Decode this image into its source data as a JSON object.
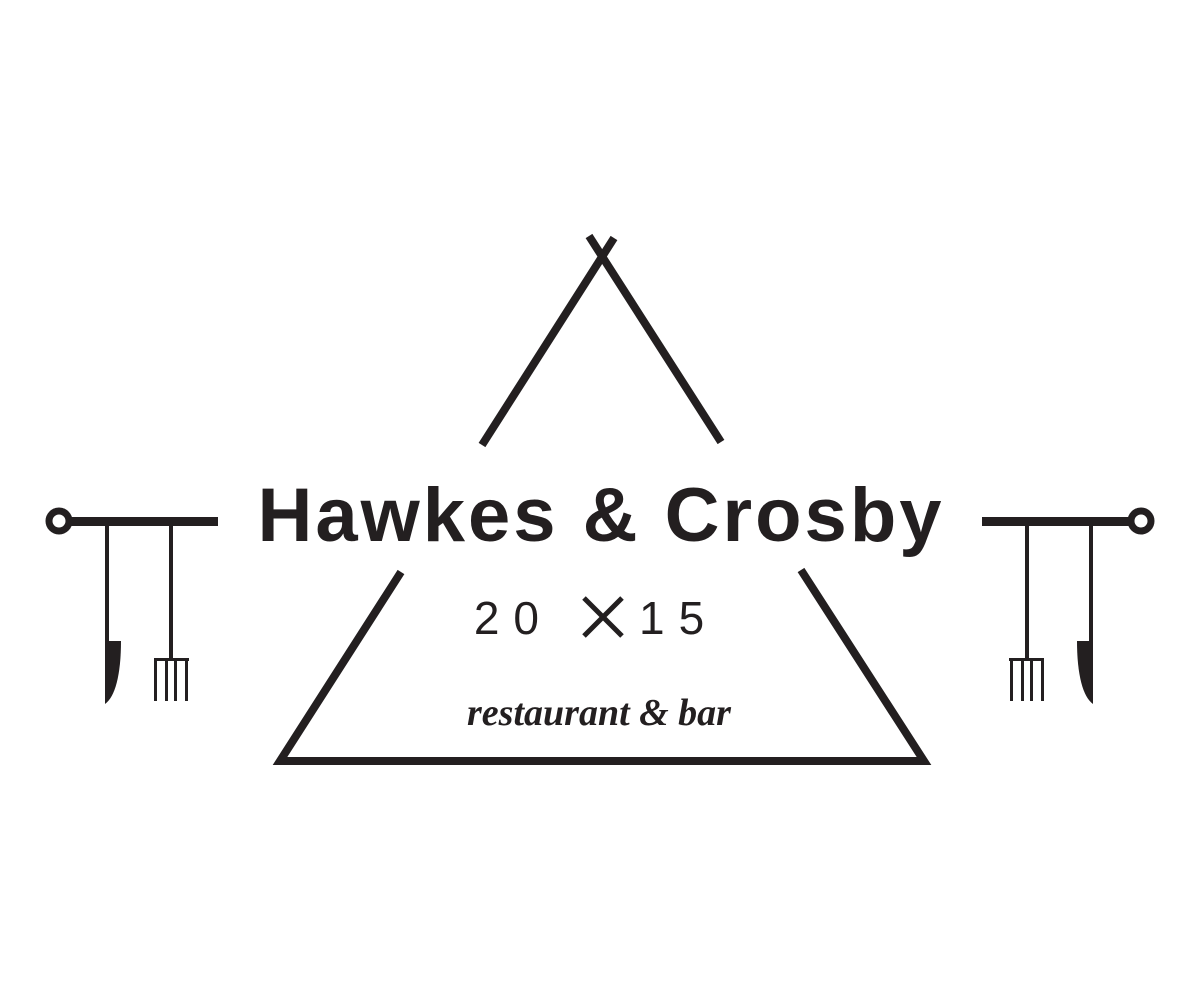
{
  "logo": {
    "name": "Hawkes & Crosby",
    "year_left": "20",
    "year_right": "15",
    "tagline": "restaurant & bar",
    "color": "#231f20",
    "icons": [
      "tent-icon",
      "knife-icon",
      "fork-icon"
    ]
  }
}
